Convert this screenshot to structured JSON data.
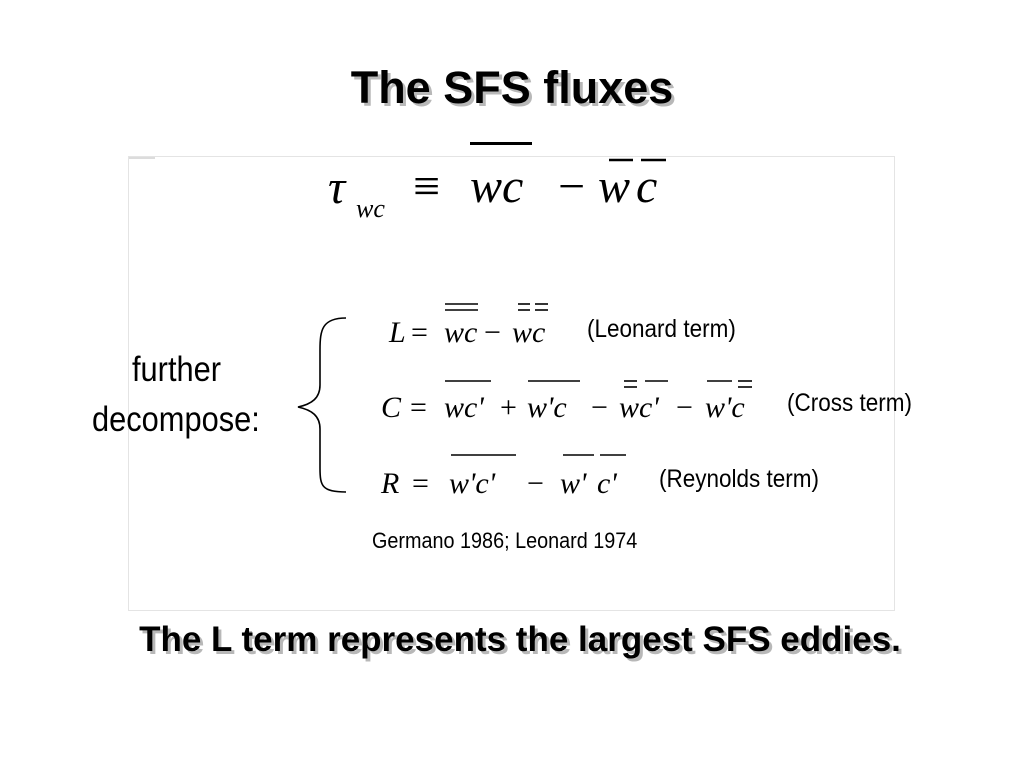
{
  "slide": {
    "title": "The SFS fluxes",
    "definition": {
      "tau": "τ",
      "tau_subscript": "wc",
      "equiv": "≡",
      "first": "wc",
      "minus": "−",
      "second_w": "w",
      "second_c": "c"
    },
    "further_line1": "further",
    "further_line2": "decompose:",
    "terms": [
      {
        "label": "(Leonard term)"
      },
      {
        "label": "(Cross term)"
      },
      {
        "label": "(Reynolds term)"
      }
    ],
    "citation": "Germano 1986; Leonard 1974",
    "conclusion": "The L term represents the largest SFS eddies."
  }
}
